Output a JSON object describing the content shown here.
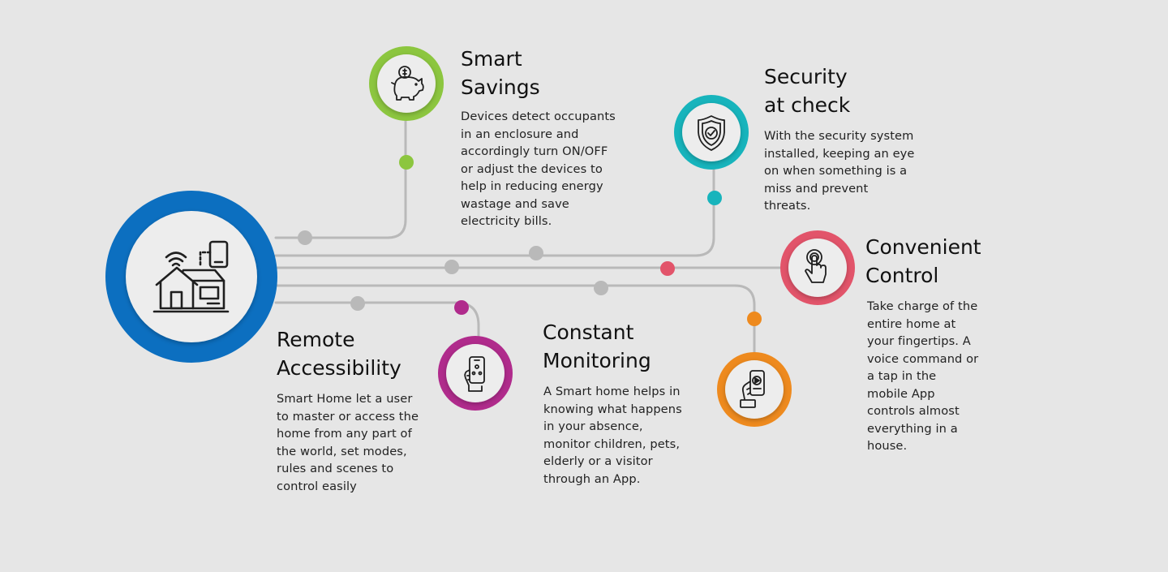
{
  "colors": {
    "background": "#e6e6e6",
    "connector": "#b9b9b9",
    "hub_ring": "#0c6fc0",
    "savings": "#8cc63f",
    "security": "#17b4bc",
    "control": "#e2546a",
    "remote": "#b02b8c",
    "monitoring": "#ee8a1e"
  },
  "hub": {
    "icon": "smart-home-icon"
  },
  "features": [
    {
      "id": "smart-savings",
      "title": "Smart\nSavings",
      "description": "Devices detect occupants\nin an enclosure and\naccordingly turn ON/OFF\nor adjust the devices to\nhelp in reducing energy\nwastage and save\nelectricity bills.",
      "icon": "piggy-bank-icon",
      "color": "#8cc63f"
    },
    {
      "id": "security-at-check",
      "title": "Security\nat check",
      "description": "With the security system\ninstalled, keeping an eye\non when something is a\nmiss and prevent\nthreats.",
      "icon": "shield-check-icon",
      "color": "#17b4bc"
    },
    {
      "id": "convenient-control",
      "title": "Convenient\nControl",
      "description": "Take charge of the\nentire home at\nyour fingertips. A\nvoice command or\na tap in the\nmobile App\ncontrols almost\neverything in a\nhouse.",
      "icon": "touch-hand-icon",
      "color": "#e2546a"
    },
    {
      "id": "remote-accessibility",
      "title": "Remote\nAccessibility",
      "description": "Smart Home let a user\nto master or access the\nhome from any part of\nthe world, set modes,\nrules and scenes to\ncontrol easily",
      "icon": "phone-in-hand-icon",
      "color": "#b02b8c"
    },
    {
      "id": "constant-monitoring",
      "title": "Constant\nMonitoring",
      "description": "A Smart home helps in\nknowing what happens\nin your absence,\nmonitor children, pets,\nelderly or a visitor\nthrough an App.",
      "icon": "video-phone-hand-icon",
      "color": "#ee8a1e"
    }
  ]
}
